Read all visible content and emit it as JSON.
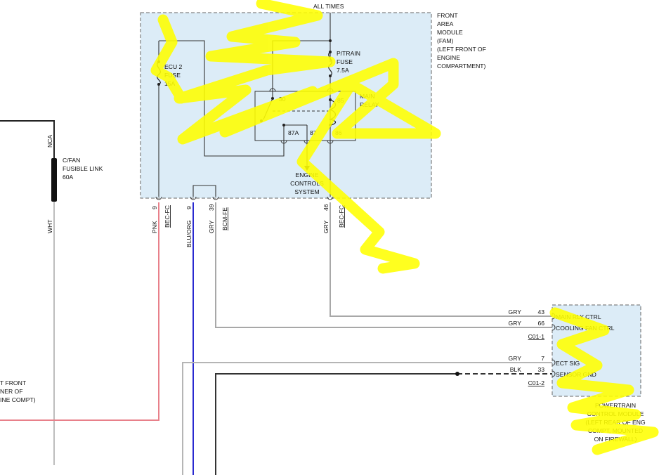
{
  "header": {
    "all_times": "ALL TIMES"
  },
  "fam": {
    "label_lines": [
      "FRONT",
      "AREA",
      "MODULE",
      "(FAM)",
      "(LEFT FRONT OF",
      "ENGINE",
      "COMPARTMENT)"
    ]
  },
  "ecu_fuse": {
    "lines": [
      "ECU 2",
      "FUSE",
      "15A"
    ]
  },
  "ptrain_fuse": {
    "lines": [
      "P/TRAIN",
      "FUSE",
      "7.5A"
    ]
  },
  "main_relay": {
    "label_lines": [
      "MAIN",
      "RELAY"
    ],
    "pins": {
      "p30": "30",
      "p85": "85",
      "p87a": "87A",
      "p87": "87",
      "p86": "86"
    }
  },
  "engine_controls": {
    "lines": [
      "ENGINE",
      "CONTROLS",
      "SYSTEM"
    ]
  },
  "fusible_link": {
    "lines": [
      "C/FAN",
      "FUSIBLE LINK",
      "60A"
    ],
    "top_wire": "NCA",
    "bottom_wire": "WHT"
  },
  "left_note": {
    "lines": [
      "T FRONT",
      "NER OF",
      "INE COMPT)"
    ]
  },
  "fam_pins": [
    {
      "pin": "9",
      "color": "PNK",
      "connector": "BEC-FC"
    },
    {
      "pin": "9",
      "color": "BLU/ORG",
      "connector": ""
    },
    {
      "pin": "39",
      "color": "GRY",
      "connector": "BCM-FE"
    },
    {
      "pin": "46",
      "color": "GRY",
      "connector": "BEC-FC"
    }
  ],
  "pcm_pins": [
    {
      "pin": "43",
      "color": "GRY",
      "signal": "MAIN RLY CTRL"
    },
    {
      "pin": "66",
      "color": "GRY",
      "signal": "COOLING FAN CTRL"
    },
    {
      "pin": "7",
      "color": "GRY",
      "signal": "ECT SIG"
    },
    {
      "pin": "33",
      "color": "BLK",
      "signal": "SENSOR GND"
    }
  ],
  "pcm_connectors": [
    "C01-1",
    "C01-2"
  ],
  "pcm": {
    "label_lines": [
      "POWERTRAIN",
      "CONTROL MODULE",
      "(LEFT REAR OF ENG",
      "COMPT, MOUNTED",
      "ON FIREWALL)"
    ]
  },
  "colors": {
    "module_fill": "#dcecf7",
    "highlight": "#ffff00",
    "wire_pnk": "#e8808a",
    "wire_blu": "#2a2ad0",
    "wire_gry": "#a8a8a8",
    "wire_blk": "#222222"
  }
}
